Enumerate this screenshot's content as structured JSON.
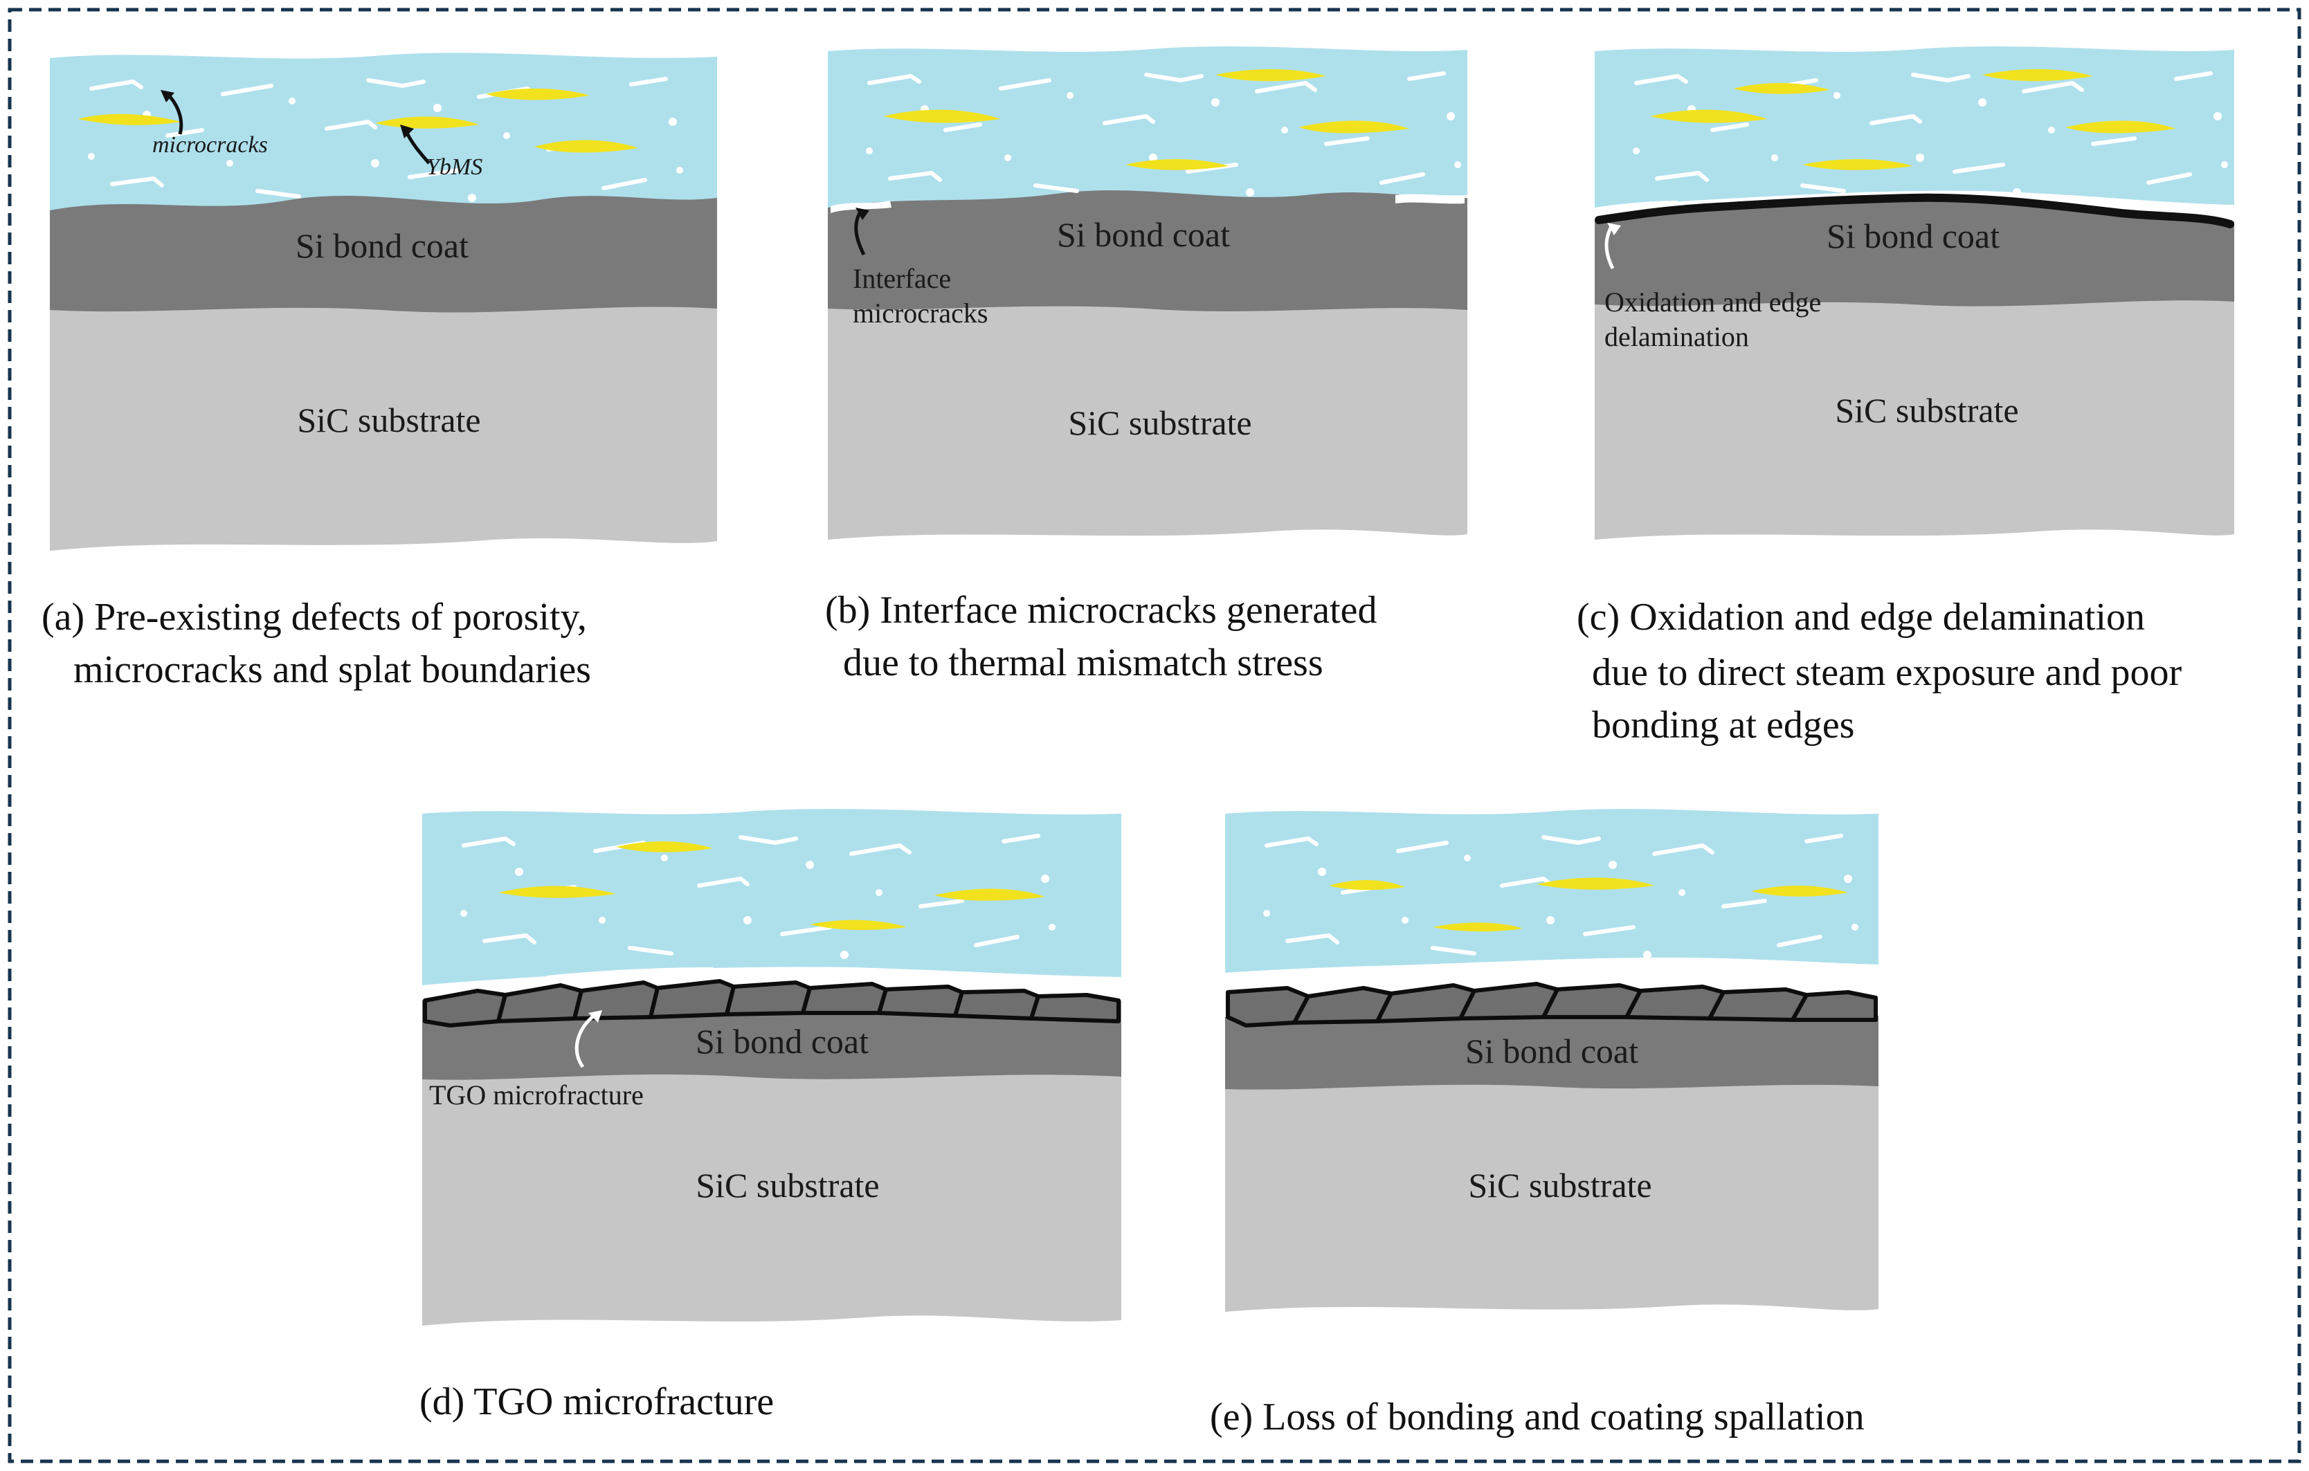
{
  "panels": {
    "a": {
      "layers": {
        "topcoat": "",
        "bond": "Si bond coat",
        "substrate": "SiC substrate"
      },
      "annotations": {
        "microcracks": "microcracks",
        "ybms": "YbMS"
      },
      "caption": [
        "(a) Pre-existing defects of porosity,",
        "microcracks and splat boundaries"
      ]
    },
    "b": {
      "layers": {
        "bond": "Si bond coat",
        "substrate": "SiC substrate"
      },
      "annotations": {
        "interface": [
          "Interface",
          "microcracks"
        ]
      },
      "caption": [
        "(b) Interface microcracks generated",
        "due to thermal mismatch stress"
      ]
    },
    "c": {
      "layers": {
        "bond": "Si bond coat",
        "substrate": "SiC substrate"
      },
      "annotations": {
        "oxidation": [
          "Oxidation and edge",
          "delamination"
        ]
      },
      "caption": [
        "(c) Oxidation and edge delamination",
        "due to direct steam exposure and poor",
        "bonding at edges"
      ]
    },
    "d": {
      "layers": {
        "bond": "Si bond coat",
        "substrate": "SiC substrate"
      },
      "annotations": {
        "tgo": "TGO microfracture"
      },
      "caption": [
        "(d) TGO microfracture"
      ]
    },
    "e": {
      "layers": {
        "bond": "Si bond coat",
        "substrate": "SiC substrate"
      },
      "caption": [
        "(e) Loss of bonding and coating spallation"
      ]
    }
  },
  "colors": {
    "topcoat": "#aee0ec",
    "ybms_splat": "#f2e21d",
    "crack": "#ffffff",
    "bond_coat": "#7a7a7a",
    "substrate": "#c6c6c6",
    "tgo": "#111111",
    "frame": "#17344f"
  }
}
